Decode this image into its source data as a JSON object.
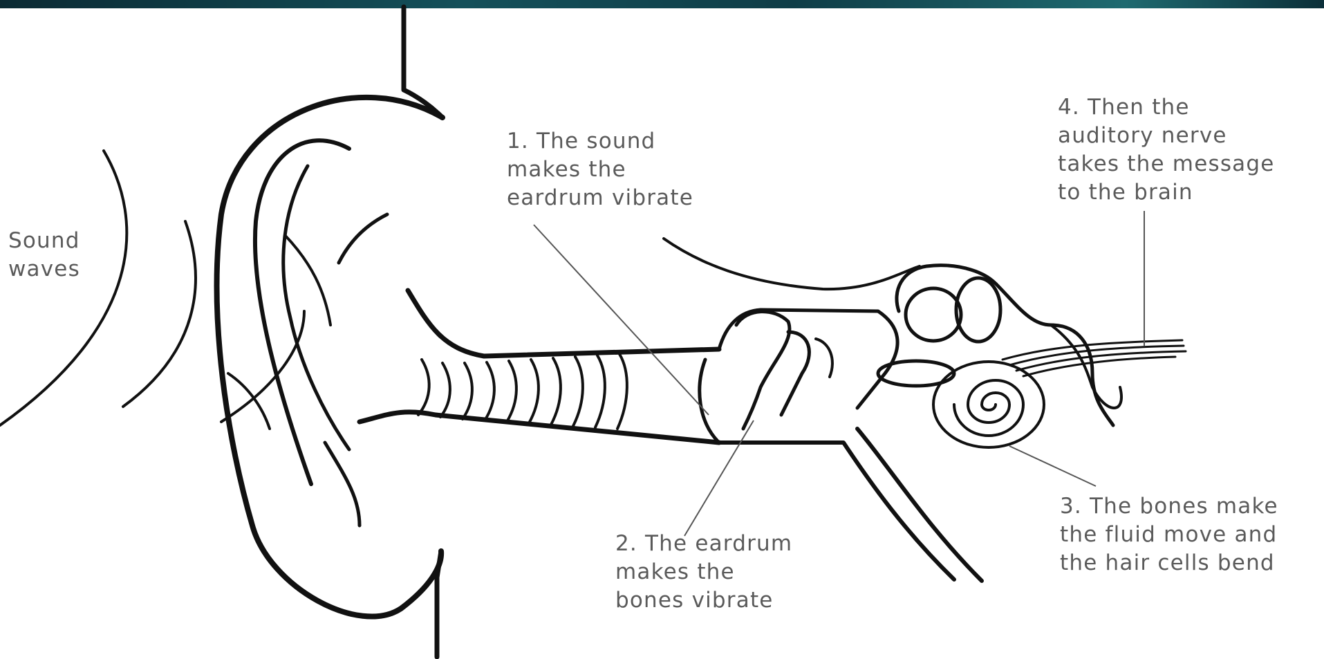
{
  "colors": {
    "band": "#14505a",
    "ink": "#111111",
    "leader": "#555555",
    "text": "#5a5a5a",
    "background": "#ffffff"
  },
  "labels": {
    "sound_waves": [
      "Sound",
      "waves"
    ],
    "step1": [
      "1. The sound",
      "makes the",
      "eardrum vibrate"
    ],
    "step2": [
      "2. The eardrum",
      "makes the",
      "bones vibrate"
    ],
    "step3": [
      "3. The bones make",
      "the fluid move and",
      "the hair cells bend"
    ],
    "step4": [
      "4. Then the",
      "auditory nerve",
      "takes the message",
      "to the brain"
    ]
  }
}
